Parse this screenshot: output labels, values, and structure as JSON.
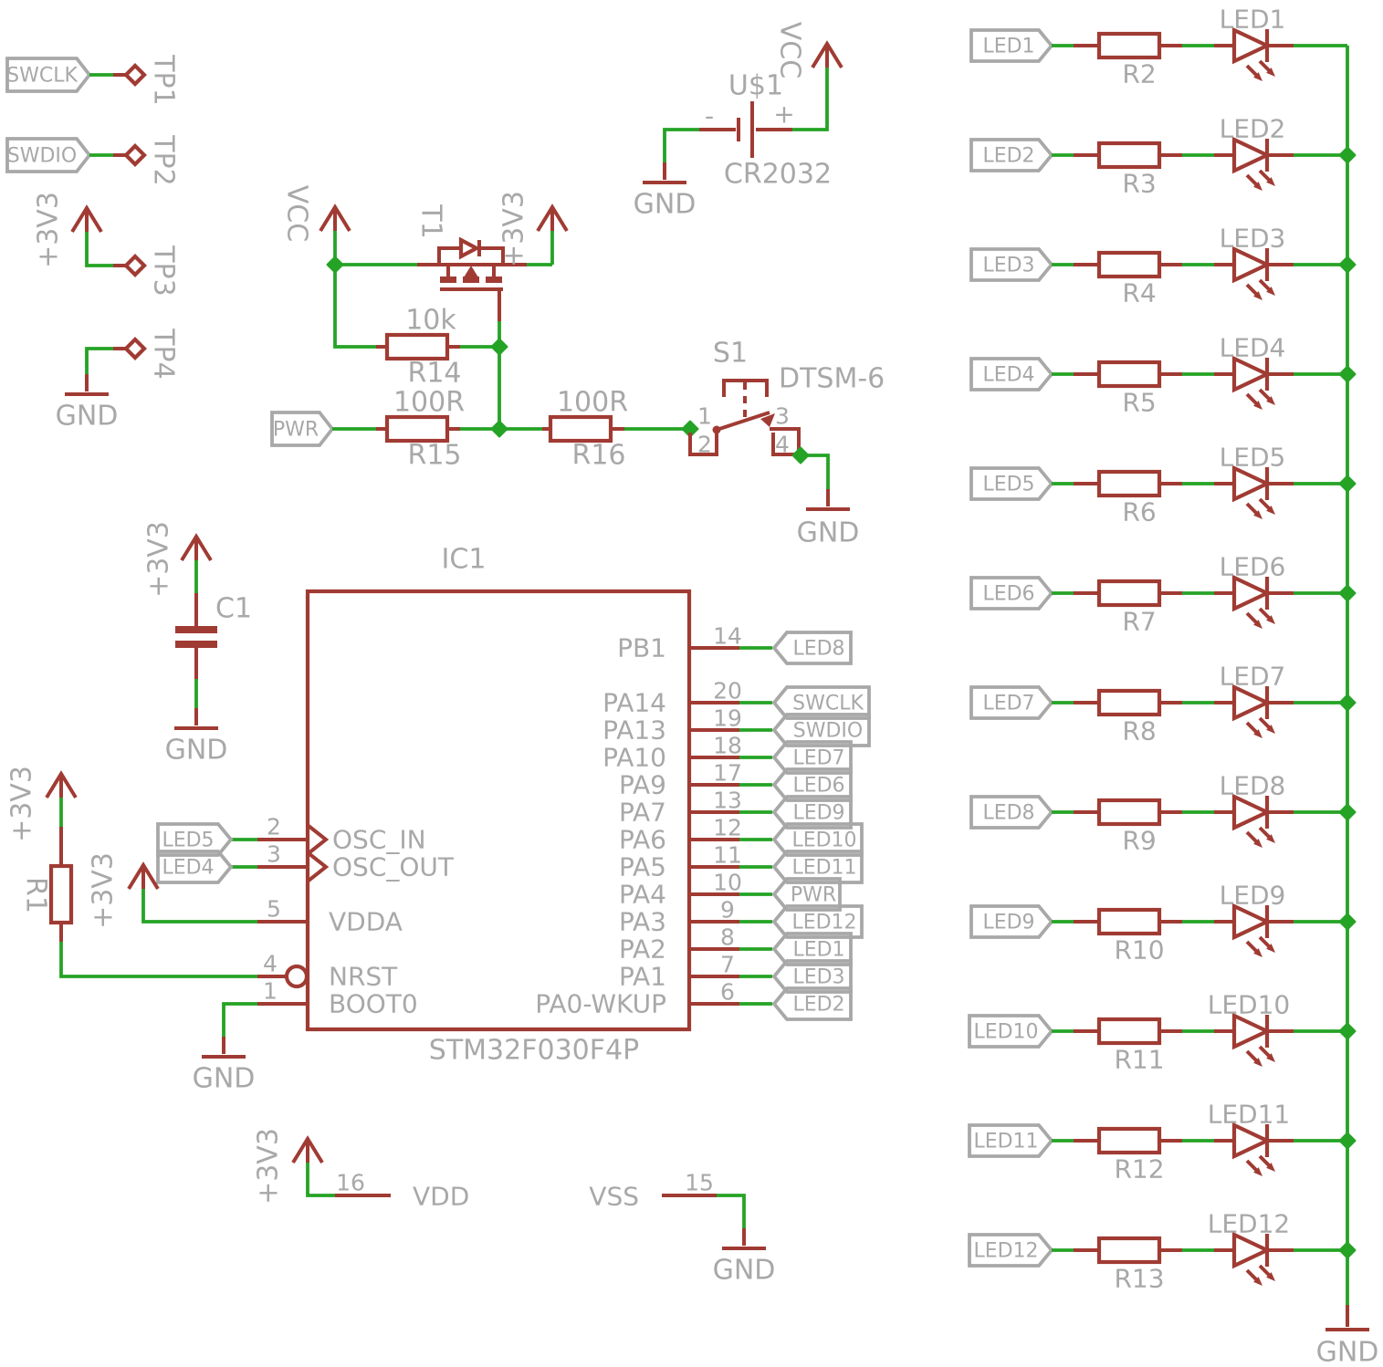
{
  "nets": {
    "vcc": "VCC",
    "v33": "+3V3",
    "gnd": "GND"
  },
  "flags": {
    "swclk": "SWCLK",
    "swdio": "SWDIO",
    "pwr": "PWR"
  },
  "test_points": {
    "tp1": "TP1",
    "tp2": "TP2",
    "tp3": "TP3",
    "tp4": "TP4"
  },
  "parts": {
    "r1": {
      "name": "R1"
    },
    "c1": {
      "name": "C1"
    },
    "t1": {
      "name": "T1"
    },
    "r14": {
      "name": "R14",
      "value": "10k"
    },
    "r15": {
      "name": "R15",
      "value": "100R"
    },
    "r16": {
      "name": "R16",
      "value": "100R"
    },
    "s1": {
      "name": "S1",
      "value": "DTSM-6",
      "pins": {
        "p1": "1",
        "p2": "2",
        "p3": "3",
        "p4": "4"
      }
    },
    "u1": {
      "name": "U$1",
      "value": "CR2032",
      "minus": "-",
      "plus": "+"
    },
    "ic1": {
      "name": "IC1",
      "value": "STM32F030F4P"
    }
  },
  "ic": {
    "right_pins": [
      {
        "num": "14",
        "label": "PB1",
        "flag": "LED8"
      },
      {
        "num": "20",
        "label": "PA14",
        "flag": "SWCLK"
      },
      {
        "num": "19",
        "label": "PA13",
        "flag": "SWDIO"
      },
      {
        "num": "18",
        "label": "PA10",
        "flag": "LED7"
      },
      {
        "num": "17",
        "label": "PA9",
        "flag": "LED6"
      },
      {
        "num": "13",
        "label": "PA7",
        "flag": "LED9"
      },
      {
        "num": "12",
        "label": "PA6",
        "flag": "LED10"
      },
      {
        "num": "11",
        "label": "PA5",
        "flag": "LED11"
      },
      {
        "num": "10",
        "label": "PA4",
        "flag": "PWR"
      },
      {
        "num": "9",
        "label": "PA3",
        "flag": "LED12"
      },
      {
        "num": "8",
        "label": "PA2",
        "flag": "LED1"
      },
      {
        "num": "7",
        "label": "PA1",
        "flag": "LED3"
      },
      {
        "num": "6",
        "label": "PA0-WKUP",
        "flag": "LED2"
      }
    ],
    "left_pins": [
      {
        "num": "2",
        "label": "OSC_IN",
        "flag": "LED5"
      },
      {
        "num": "3",
        "label": "OSC_OUT",
        "flag": "LED4"
      },
      {
        "num": "5",
        "label": "VDDA"
      },
      {
        "num": "4",
        "label": "NRST"
      },
      {
        "num": "1",
        "label": "BOOT0"
      }
    ],
    "bottom_pins": [
      {
        "num": "16",
        "label": "VDD"
      },
      {
        "num": "15",
        "label": "VSS"
      }
    ]
  },
  "led_array": {
    "rows": [
      {
        "net": "LED1",
        "resistor": "R2",
        "led": "LED1"
      },
      {
        "net": "LED2",
        "resistor": "R3",
        "led": "LED2"
      },
      {
        "net": "LED3",
        "resistor": "R4",
        "led": "LED3"
      },
      {
        "net": "LED4",
        "resistor": "R5",
        "led": "LED4"
      },
      {
        "net": "LED5",
        "resistor": "R6",
        "led": "LED5"
      },
      {
        "net": "LED6",
        "resistor": "R7",
        "led": "LED6"
      },
      {
        "net": "LED7",
        "resistor": "R8",
        "led": "LED7"
      },
      {
        "net": "LED8",
        "resistor": "R9",
        "led": "LED8"
      },
      {
        "net": "LED9",
        "resistor": "R10",
        "led": "LED9"
      },
      {
        "net": "LED10",
        "resistor": "R11",
        "led": "LED10"
      },
      {
        "net": "LED11",
        "resistor": "R12",
        "led": "LED11"
      },
      {
        "net": "LED12",
        "resistor": "R13",
        "led": "LED12"
      }
    ]
  },
  "colors": {
    "wire": "#25a325",
    "symbol": "#a03b33",
    "label": "#a8a8a8",
    "background": "#ffffff"
  }
}
